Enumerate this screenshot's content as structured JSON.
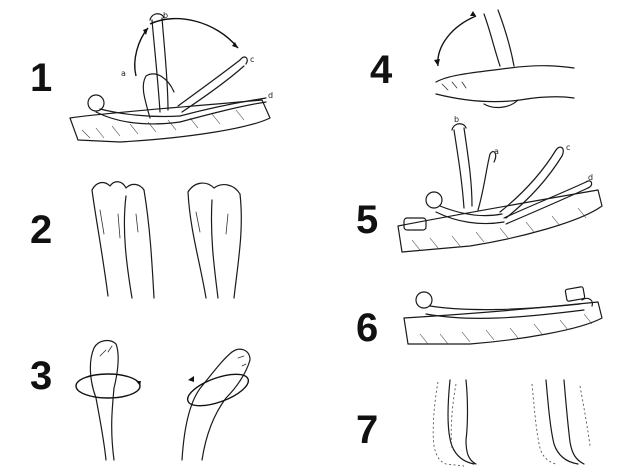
{
  "steps": [
    "1",
    "2",
    "3",
    "4",
    "5",
    "6",
    "7"
  ],
  "letters": {
    "fig1": [
      "a",
      "b",
      "c",
      "d"
    ],
    "fig5": [
      "a",
      "b",
      "c",
      "d"
    ]
  },
  "colors": {
    "ink": "#1a1a1a",
    "background": "#ffffff"
  }
}
